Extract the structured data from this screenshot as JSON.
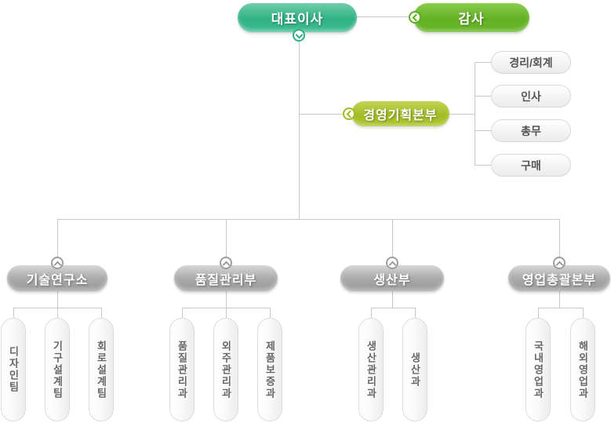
{
  "palette": {
    "ceo_teal": "#2fb285",
    "audit_green": "#62b024",
    "planning_olive": "#a4bc26",
    "dept_gray": "#a3a3a3",
    "leaf_text": "#555555",
    "connector_gray": "#c9c9c9"
  },
  "nodes": {
    "ceo": {
      "label": "대표이사",
      "expander_icon": "chevron-down-icon"
    },
    "audit": {
      "label": "감사",
      "expander_icon": "chevron-left-icon"
    },
    "planning": {
      "label": "경영기획본부",
      "expander_icon": "chevron-left-icon",
      "children": [
        "경리/회계",
        "인사",
        "총무",
        "구매"
      ]
    },
    "departments": [
      {
        "label": "기술연구소",
        "expander_icon": "chevron-up-icon",
        "teams": [
          "디자인팀",
          "기구설계팀",
          "회로설계팀"
        ]
      },
      {
        "label": "품질관리부",
        "expander_icon": "chevron-up-icon",
        "teams": [
          "품질관리과",
          "외주관리과",
          "제품보증과"
        ]
      },
      {
        "label": "생산부",
        "expander_icon": "chevron-up-icon",
        "teams": [
          "생산관리과",
          "생산과"
        ]
      },
      {
        "label": "영업총괄본부",
        "expander_icon": "chevron-up-icon",
        "teams": [
          "국내영업과",
          "해외영업과"
        ]
      }
    ]
  }
}
